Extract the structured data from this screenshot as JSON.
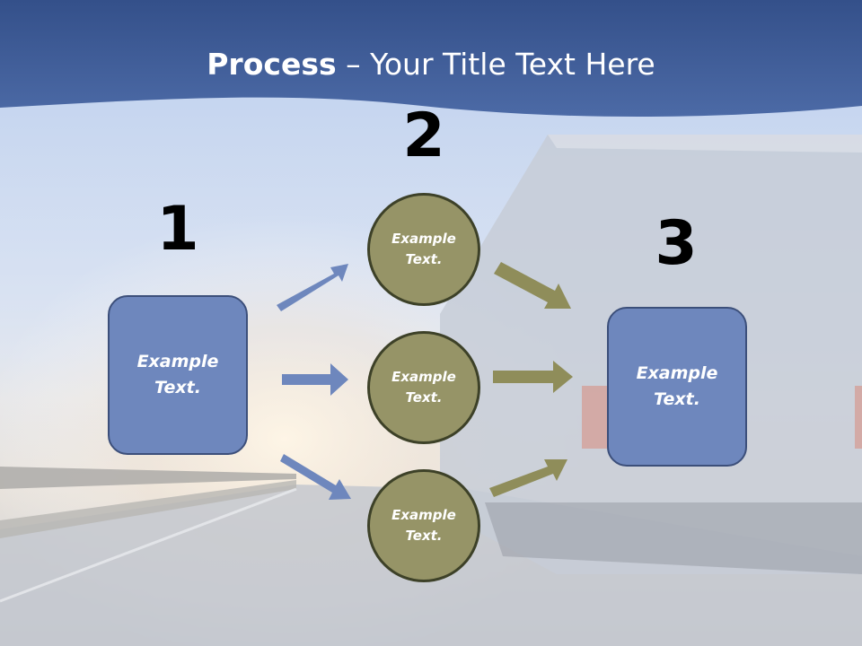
{
  "title": {
    "bold": "Process",
    "rest": " – Your Title Text Here"
  },
  "steps": {
    "one": {
      "number": "1",
      "label": "Example Text."
    },
    "two": {
      "number": "2",
      "items": [
        {
          "label": "Example Text."
        },
        {
          "label": "Example Text."
        },
        {
          "label": "Example Text."
        }
      ]
    },
    "three": {
      "number": "3",
      "label": "Example Text."
    }
  },
  "colors": {
    "header": "#3d5a94",
    "box_fill": "#6e87bd",
    "circle_fill": "#969467",
    "blue_arrow": "#6e87bd",
    "olive_arrow": "#8f8d5a"
  }
}
